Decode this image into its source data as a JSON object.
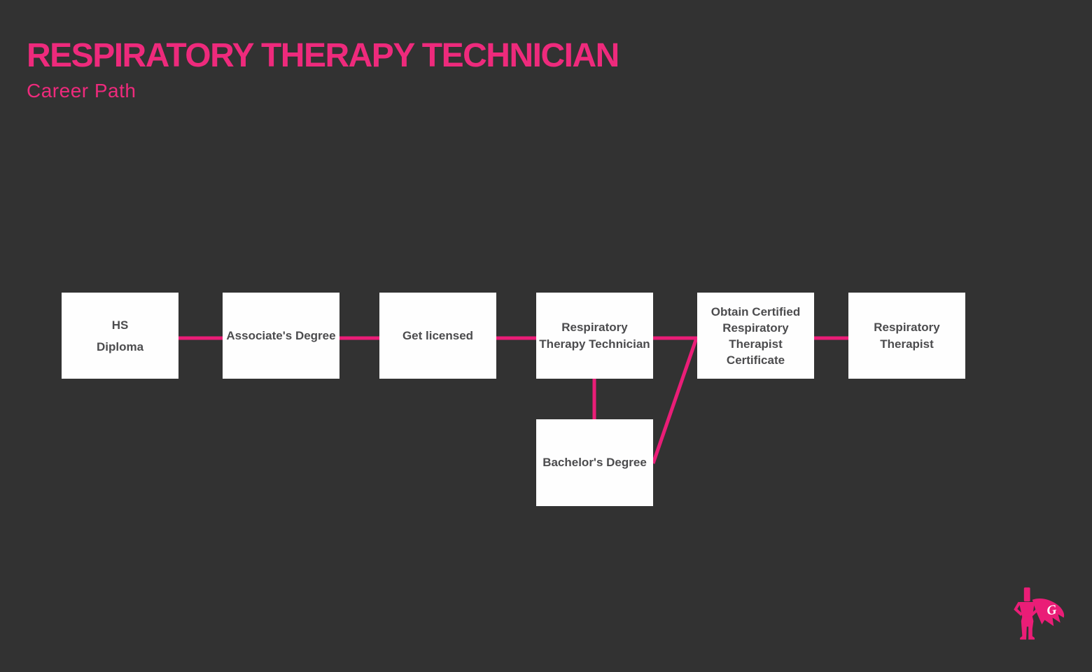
{
  "page": {
    "background_color": "#323232",
    "accent_color": "#ea1d77",
    "title_color": "#ee2a7c",
    "node_bg_color": "#fefefe",
    "node_text_color": "#4c4c4e"
  },
  "header": {
    "title": "RESPIRATORY THERAPY TECHNICIAN",
    "subtitle": "Career Path"
  },
  "flowchart": {
    "nodes": [
      {
        "id": "hs-diploma",
        "lines": [
          "HS",
          "Diploma"
        ]
      },
      {
        "id": "associates-degree",
        "lines": [
          "Associate's Degree"
        ]
      },
      {
        "id": "get-licensed",
        "lines": [
          "Get licensed"
        ]
      },
      {
        "id": "respiratory-therapy-technician",
        "lines": [
          "Respiratory",
          "Therapy Technician"
        ]
      },
      {
        "id": "obtain-certified-respiratory-therapist-certificate",
        "lines": [
          "Obtain Certified",
          "Respiratory",
          "Therapist",
          "Certificate"
        ]
      },
      {
        "id": "respiratory-therapist",
        "lines": [
          "Respiratory",
          "Therapist"
        ]
      },
      {
        "id": "bachelors-degree",
        "lines": [
          "Bachelor's Degree"
        ]
      }
    ],
    "edges": [
      {
        "from": "hs-diploma",
        "to": "associates-degree"
      },
      {
        "from": "associates-degree",
        "to": "get-licensed"
      },
      {
        "from": "get-licensed",
        "to": "respiratory-therapy-technician"
      },
      {
        "from": "respiratory-therapy-technician",
        "to": "obtain-certified-respiratory-therapist-certificate"
      },
      {
        "from": "obtain-certified-respiratory-therapist-certificate",
        "to": "respiratory-therapist"
      },
      {
        "from": "respiratory-therapy-technician",
        "to": "bachelors-degree"
      },
      {
        "from": "bachelors-degree",
        "to": "obtain-certified-respiratory-therapist-certificate"
      }
    ]
  },
  "logo": {
    "letter": "G",
    "description": "pink superhero silhouette with cape"
  }
}
